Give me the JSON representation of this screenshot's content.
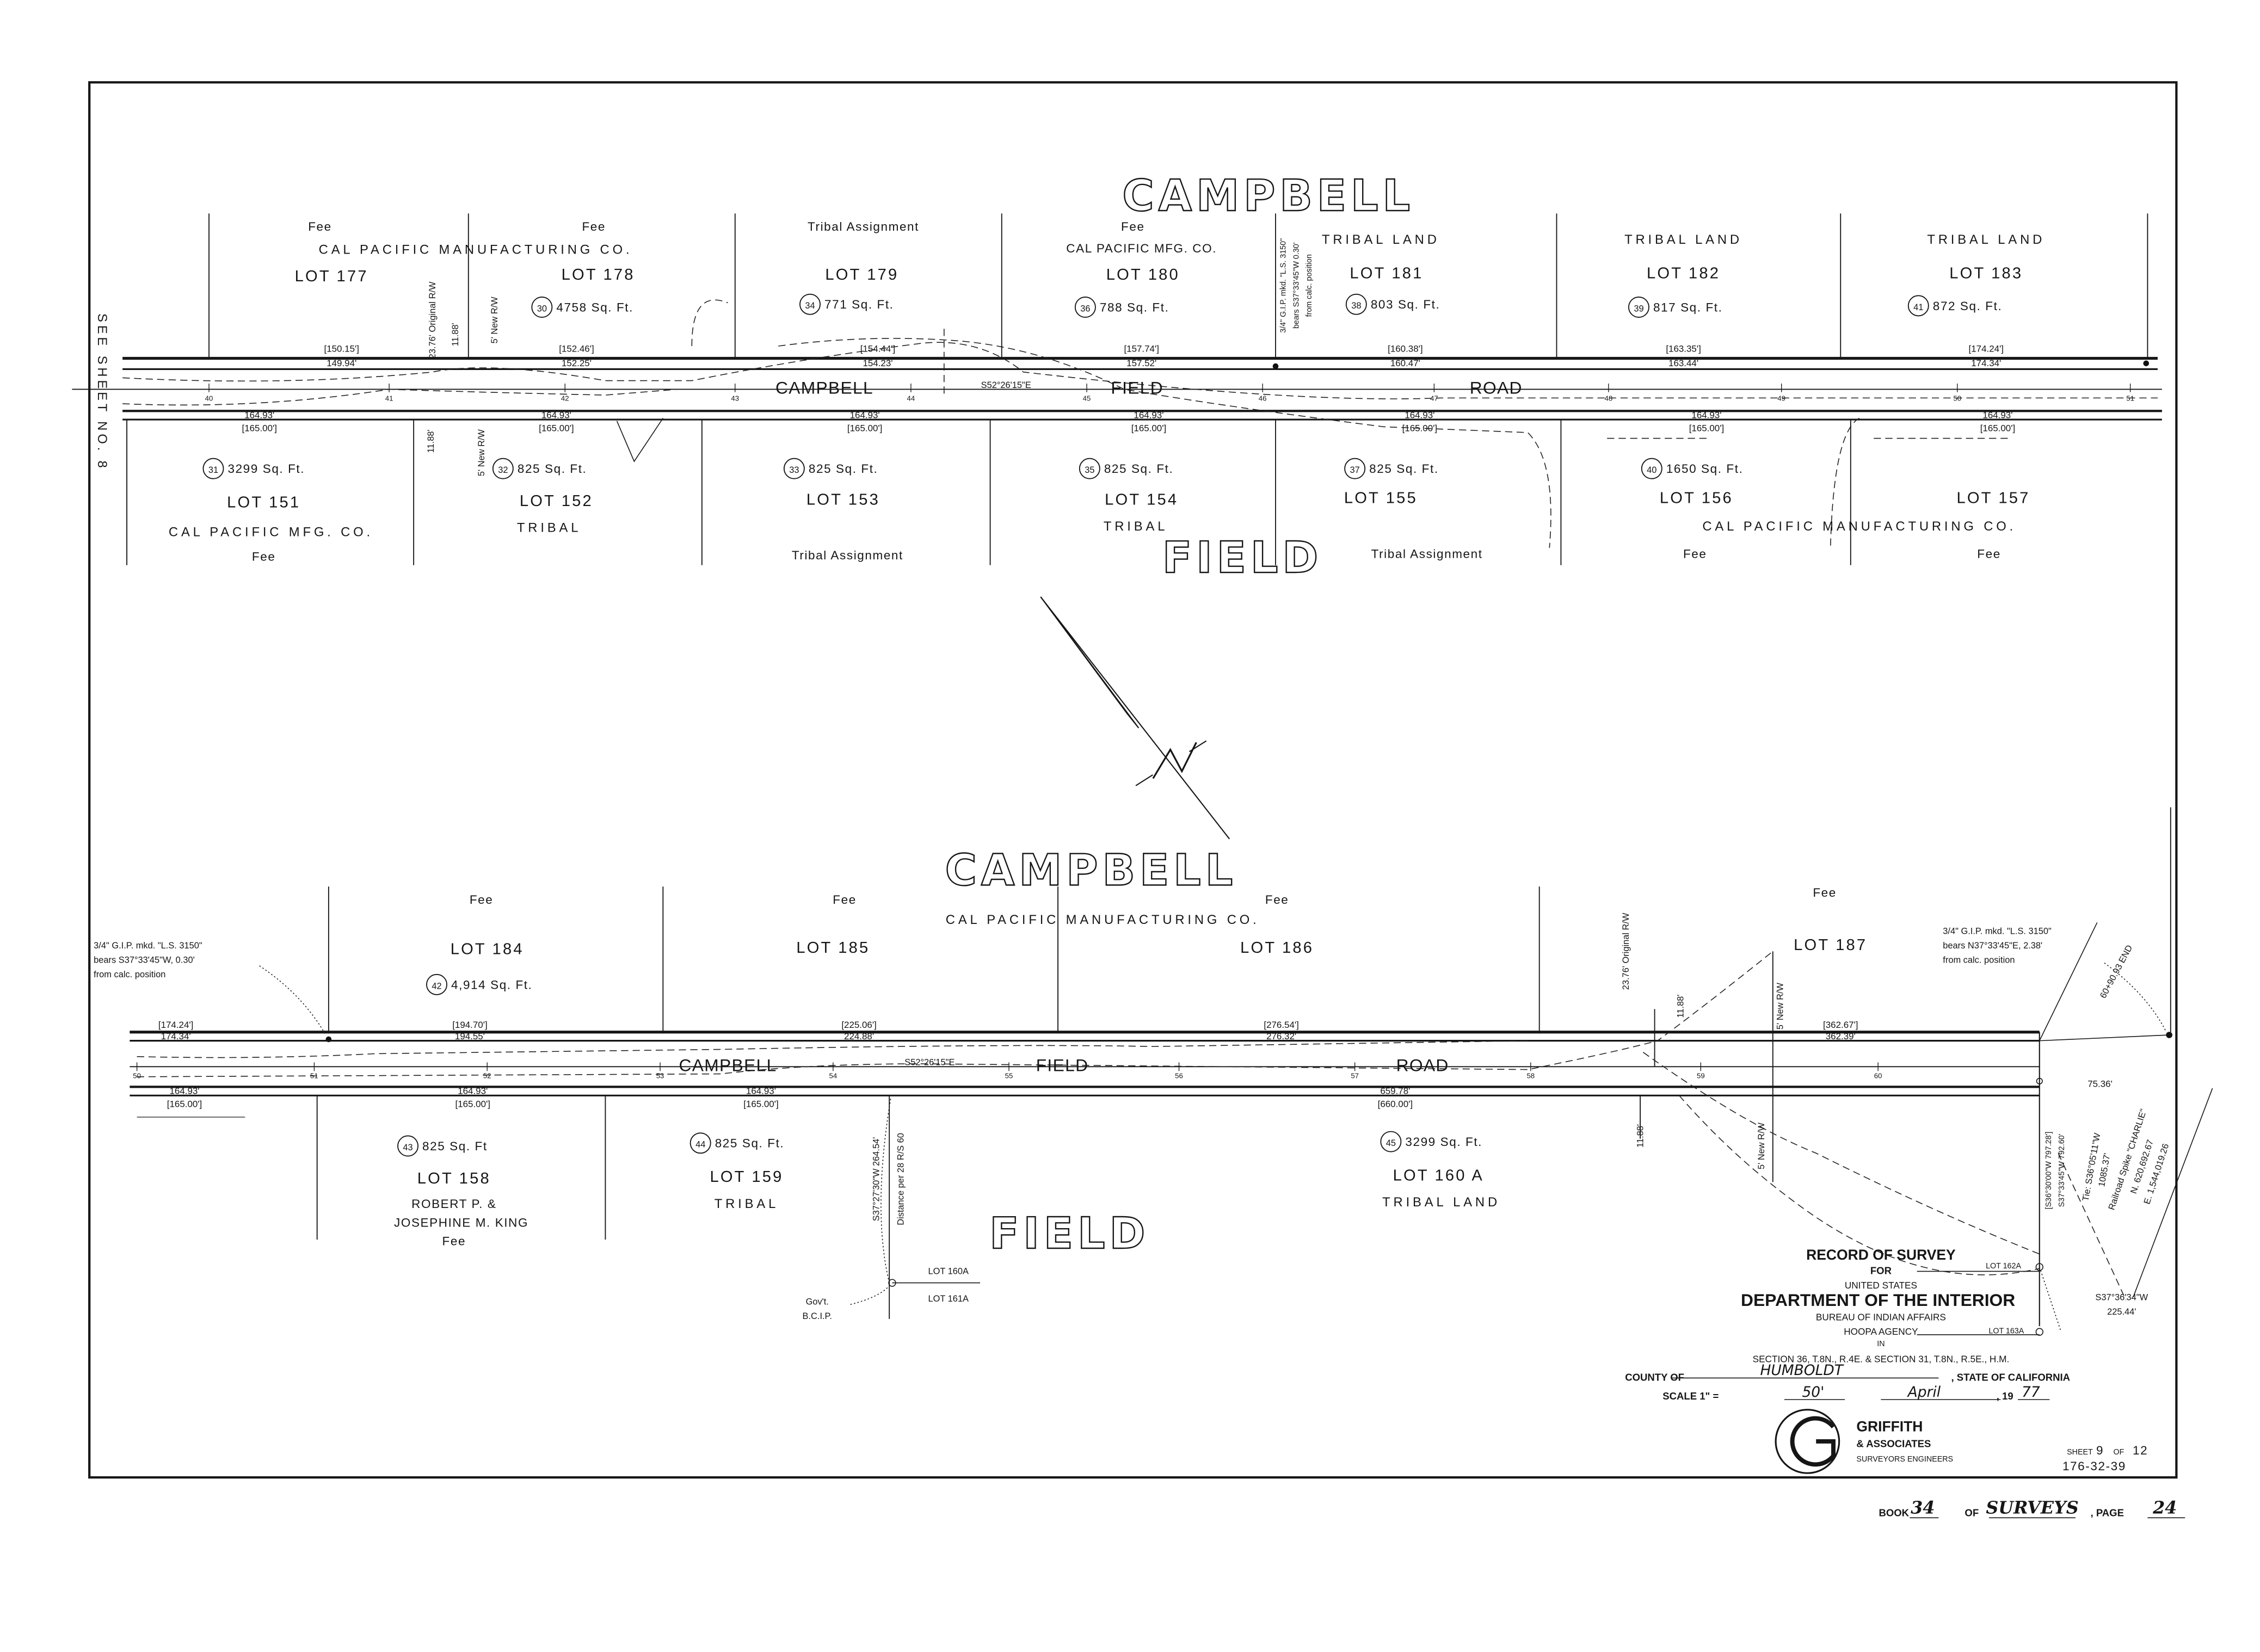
{
  "side_note": "SEE SHEET NO. 8",
  "upper": {
    "street_title_top": "CAMPBELL",
    "street_title_bottom": "FIELD",
    "road": {
      "labels": [
        "CAMPBELL",
        "FIELD",
        "ROAD"
      ],
      "bearing": "S52°26'15\"E",
      "stations": [
        "40",
        "41",
        "42",
        "43",
        "44",
        "45",
        "46",
        "47",
        "48",
        "49",
        "50",
        "51"
      ]
    },
    "north_shared_owner": "CAL PACIFIC MANUFACTURING CO.",
    "north_lots": [
      {
        "status": "Fee",
        "lot": "LOT 177"
      },
      {
        "status": "Fee",
        "lot": "LOT 178",
        "parcel": "30",
        "area": "4758 Sq. Ft."
      },
      {
        "status": "Tribal Assignment",
        "lot": "LOT 179",
        "parcel": "34",
        "area": "771 Sq. Ft."
      },
      {
        "status": "Fee",
        "owner": "CAL PACIFIC MFG. CO.",
        "lot": "LOT 180",
        "parcel": "36",
        "area": "788 Sq. Ft."
      },
      {
        "owner": "TRIBAL LAND",
        "lot": "LOT 181",
        "parcel": "38",
        "area": "803 Sq. Ft."
      },
      {
        "owner": "TRIBAL LAND",
        "lot": "LOT 182",
        "parcel": "39",
        "area": "817 Sq. Ft."
      },
      {
        "owner": "TRIBAL LAND",
        "lot": "LOT 183",
        "parcel": "41",
        "area": "872 Sq. Ft."
      }
    ],
    "north_frontage_record": [
      "[150.15']",
      "[152.46']",
      "[154.44']",
      "[157.74']",
      "[160.38']",
      "[163.35']",
      "[174.24']"
    ],
    "north_frontage_measured": [
      "149.94'",
      "152.25'",
      "154.23'",
      "157.52'",
      "160.47'",
      "163.44'",
      "174.34'"
    ],
    "south_frontage_measured": [
      "164.93'",
      "164.93'",
      "164.93'",
      "164.93'",
      "164.93'",
      "164.93'",
      "164.93'"
    ],
    "south_frontage_record": [
      "[165.00']",
      "[165.00']",
      "[165.00']",
      "[165.00']",
      "[165.00']",
      "[165.00']",
      "[165.00']"
    ],
    "south_lots": [
      {
        "parcel": "31",
        "area": "3299 Sq. Ft.",
        "lot": "LOT 151",
        "owner": "CAL PACIFIC MFG. CO.",
        "status": "Fee"
      },
      {
        "parcel": "32",
        "area": "825 Sq. Ft.",
        "lot": "LOT 152",
        "owner": "TRIBAL"
      },
      {
        "parcel": "33",
        "area": "825 Sq. Ft.",
        "lot": "LOT 153",
        "status": "Tribal Assignment"
      },
      {
        "parcel": "35",
        "area": "825 Sq. Ft.",
        "lot": "LOT 154",
        "owner": "TRIBAL"
      },
      {
        "parcel": "37",
        "area": "825 Sq. Ft.",
        "lot": "LOT 155",
        "status": "Tribal Assignment"
      },
      {
        "parcel": "40",
        "area": "1650 Sq. Ft.",
        "lot": "LOT 156",
        "status": "Fee"
      },
      {
        "lot": "LOT 157",
        "status": "Fee"
      }
    ],
    "south_shared_owner": "CAL PACIFIC MANUFACTURING CO.",
    "row_notes": {
      "original_rw": "23.76' Original R/W",
      "half_width": "11.88'",
      "new_rw": "5' New R/W",
      "half_width_south": "11.88'",
      "new_rw_south": "5' New R/W"
    },
    "monument_note": [
      "3/4\" G.I.P. mkd. \"L.S. 3150\"",
      "bears S37°33'45\"W 0.30'",
      "from calc. position"
    ]
  },
  "lower": {
    "street_title_top": "CAMPBELL",
    "street_title_bottom": "FIELD",
    "road": {
      "labels": [
        "CAMPBELL",
        "FIELD",
        "ROAD"
      ],
      "bearing": "S52°26'15\"E",
      "stations": [
        "50",
        "51",
        "52",
        "53",
        "54",
        "55",
        "56",
        "57",
        "58",
        "59",
        "60"
      ]
    },
    "north_shared_owner": "CAL PACIFIC MANUFACTURING CO.",
    "north_lots": [
      {
        "status": "Fee",
        "lot": "LOT 184",
        "parcel": "42",
        "area": "4,914 Sq. Ft."
      },
      {
        "status": "Fee",
        "lot": "LOT 185"
      },
      {
        "status": "Fee",
        "lot": "LOT 186"
      },
      {
        "status": "Fee",
        "lot": "LOT 187"
      }
    ],
    "north_frontage_record": [
      "[174.24']",
      "[194.70']",
      "[225.06']",
      "[276.54']",
      "[362.67']"
    ],
    "north_frontage_measured": [
      "174.34'",
      "194.55'",
      "224.88'",
      "276.32'",
      "362.39'"
    ],
    "south_frontage_measured": [
      "164.93'",
      "164.93'",
      "164.93'",
      "659.78'"
    ],
    "south_frontage_record": [
      "[165.00']",
      "[165.00']",
      "[165.00']",
      "[660.00']"
    ],
    "end_offset": "75.36'",
    "end_station": "60+90.93 END",
    "south_lots": [
      {
        "parcel": "43",
        "area": "825 Sq. Ft",
        "lot": "LOT 158",
        "owner_lines": [
          "ROBERT P. &",
          "JOSEPHINE M. KING"
        ],
        "status": "Fee"
      },
      {
        "parcel": "44",
        "area": "825 Sq. Ft.",
        "lot": "LOT 159",
        "owner": "TRIBAL"
      },
      {
        "parcel": "45",
        "area": "3299 Sq. Ft.",
        "lot": "LOT 160 A",
        "owner": "TRIBAL LAND"
      }
    ],
    "left_monument_note": [
      "3/4\" G.I.P. mkd. \"L.S. 3150\"",
      "bears S37°33'45\"W, 0.30'",
      "from calc. position"
    ],
    "right_monument_note": [
      "3/4\" G.I.P. mkd. \"L.S. 3150\"",
      "bears N37°33'45\"E, 2.38'",
      "from calc. position"
    ],
    "row_notes": {
      "original_rw": "23.76' Original R/W",
      "half_width": "11.88'",
      "new_rw": "5' New R/W",
      "half_width_south": "11.88'",
      "new_rw_south": "5' New R/W"
    },
    "tie_line": {
      "bearing": "S37°27'30\"W 264.54'",
      "note": "Distance per 28 R/S 60",
      "lot_above": "LOT 160A",
      "lot_below": "LOT 161A",
      "monument": [
        "Gov't.",
        "B.C.I.P."
      ]
    },
    "east_line": {
      "record": "[S36°30'00\"W 797.28']",
      "measured": "S37°33'45\"W 792.60'",
      "tie": [
        "Tie: S36°05'11\"W",
        "1085.37'"
      ],
      "spike": [
        "Railroad Spike \"CHARLIE\"",
        "N. 620,692.67",
        "E. 1,544,019.26"
      ],
      "lot_162": "LOT 162A",
      "lot_163": "LOT 163A",
      "course": [
        "S37°36'34\"W",
        "225.44'"
      ]
    }
  },
  "north_arrow": {
    "label": "N",
    "icon": "north-arrow-icon"
  },
  "title_block": {
    "title": "RECORD OF SURVEY",
    "for": "FOR",
    "agency_lines": [
      "UNITED STATES",
      "DEPARTMENT OF THE INTERIOR",
      "BUREAU OF INDIAN AFFAIRS",
      "HOOPA AGENCY"
    ],
    "in": "IN",
    "location": "SECTION 36, T.8N., R.4E. & SECTION 31, T.8N., R.5E., H.M.",
    "county_label": "COUNTY OF",
    "county": "HUMBOLDT",
    "state": ", STATE OF CALIFORNIA",
    "scale_label": "SCALE 1\" =",
    "scale": "50'",
    "month": "April",
    "year_prefix": ", 19",
    "year": "77",
    "firm": {
      "name": "GRIFFITH",
      "name2": "& ASSOCIATES",
      "tagline": "SURVEYORS ENGINEERS",
      "logo_letter": "G"
    },
    "sheet_label": "SHEET",
    "sheet": "9",
    "of_label": "OF",
    "sheet_total": "12",
    "drawing_no": "176-32-39"
  },
  "recording": {
    "book_label": "BOOK",
    "book": "34",
    "of_label": "OF",
    "series": "SURVEYS",
    "page_label": ", PAGE",
    "page": "24"
  }
}
